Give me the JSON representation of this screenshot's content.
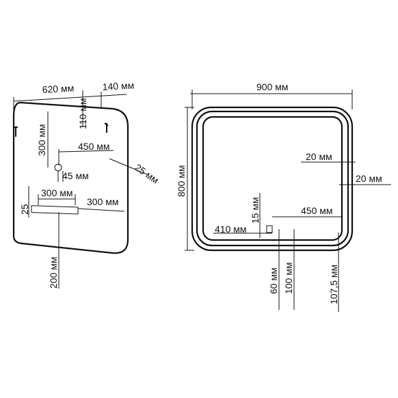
{
  "left_view": {
    "dim_620": "620 мм",
    "dim_140": "140 мм",
    "dim_110": "110 мм",
    "dim_300_vertical": "300 мм",
    "dim_450": "450 мм",
    "dim_45": "45 мм",
    "dim_25_diag": "25 мм",
    "dim_300_shelf": "300 мм",
    "dim_25_left": "25",
    "dim_300_right": "300 мм",
    "dim_200": "200 мм"
  },
  "right_view": {
    "dim_900": "900 мм",
    "dim_800": "800 мм",
    "dim_20_inner": "20 мм",
    "dim_20_outer": "20 мм",
    "dim_15": "15 мм",
    "dim_450": "450 мм",
    "dim_410": "410 мм",
    "dim_60": "60 мм",
    "dim_100": "100 мм",
    "dim_107_5": "107,5 мм"
  }
}
